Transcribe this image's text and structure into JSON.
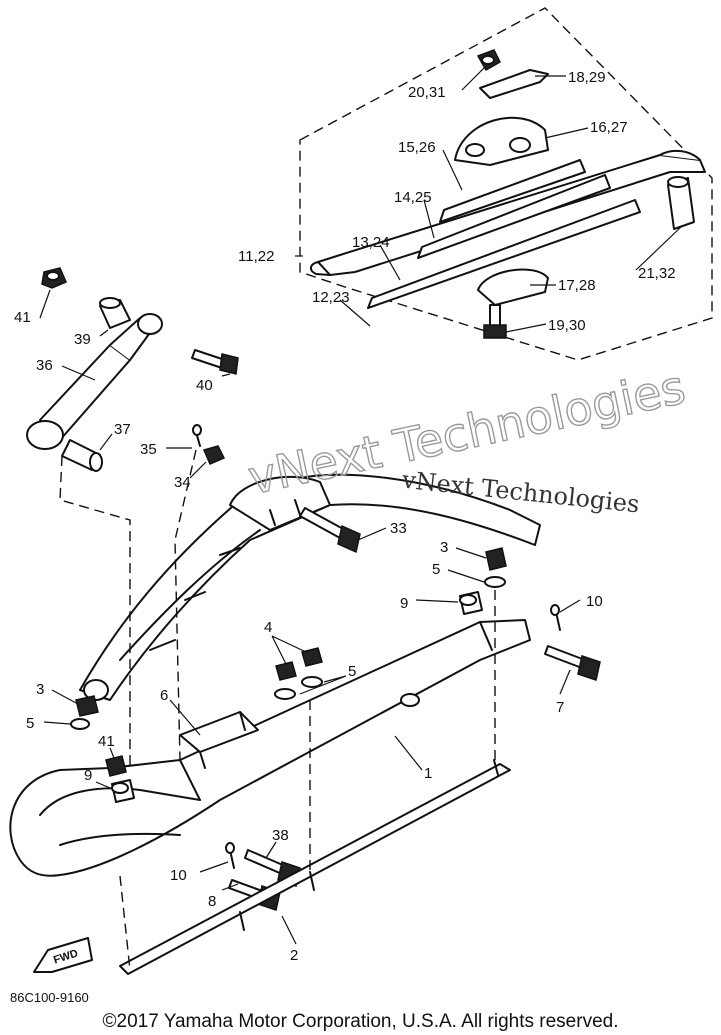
{
  "diagram": {
    "callouts": {
      "c20_31": "20,31",
      "c18_29": "18,29",
      "c16_27": "16,27",
      "c15_26": "15,26",
      "c14_25": "14,25",
      "c13_24": "13,24",
      "c11_22": "11,22",
      "c17_28": "17,28",
      "c21_32": "21,32",
      "c12_23": "12,23",
      "c19_30": "19,30",
      "c41a": "41",
      "c39": "39",
      "c36": "36",
      "c40": "40",
      "c37": "37",
      "c35": "35",
      "c34": "34",
      "c33": "33",
      "c3a": "3",
      "c5a": "5",
      "c9a": "9",
      "c10a": "10",
      "c4": "4",
      "c5b": "5",
      "c7": "7",
      "c3b": "3",
      "c6": "6",
      "c5c": "5",
      "c41b": "41",
      "c9b": "9",
      "c1": "1",
      "c38": "38",
      "c10b": "10",
      "c8": "8",
      "c2": "2"
    },
    "fwd_label": "FWD",
    "drawing_code": "86C100-9160",
    "watermark_outline": "vNext Technologies",
    "watermark_text": "vNext Technologies"
  },
  "copyright": "©2017 Yamaha Motor Corporation, U.S.A. All rights reserved."
}
